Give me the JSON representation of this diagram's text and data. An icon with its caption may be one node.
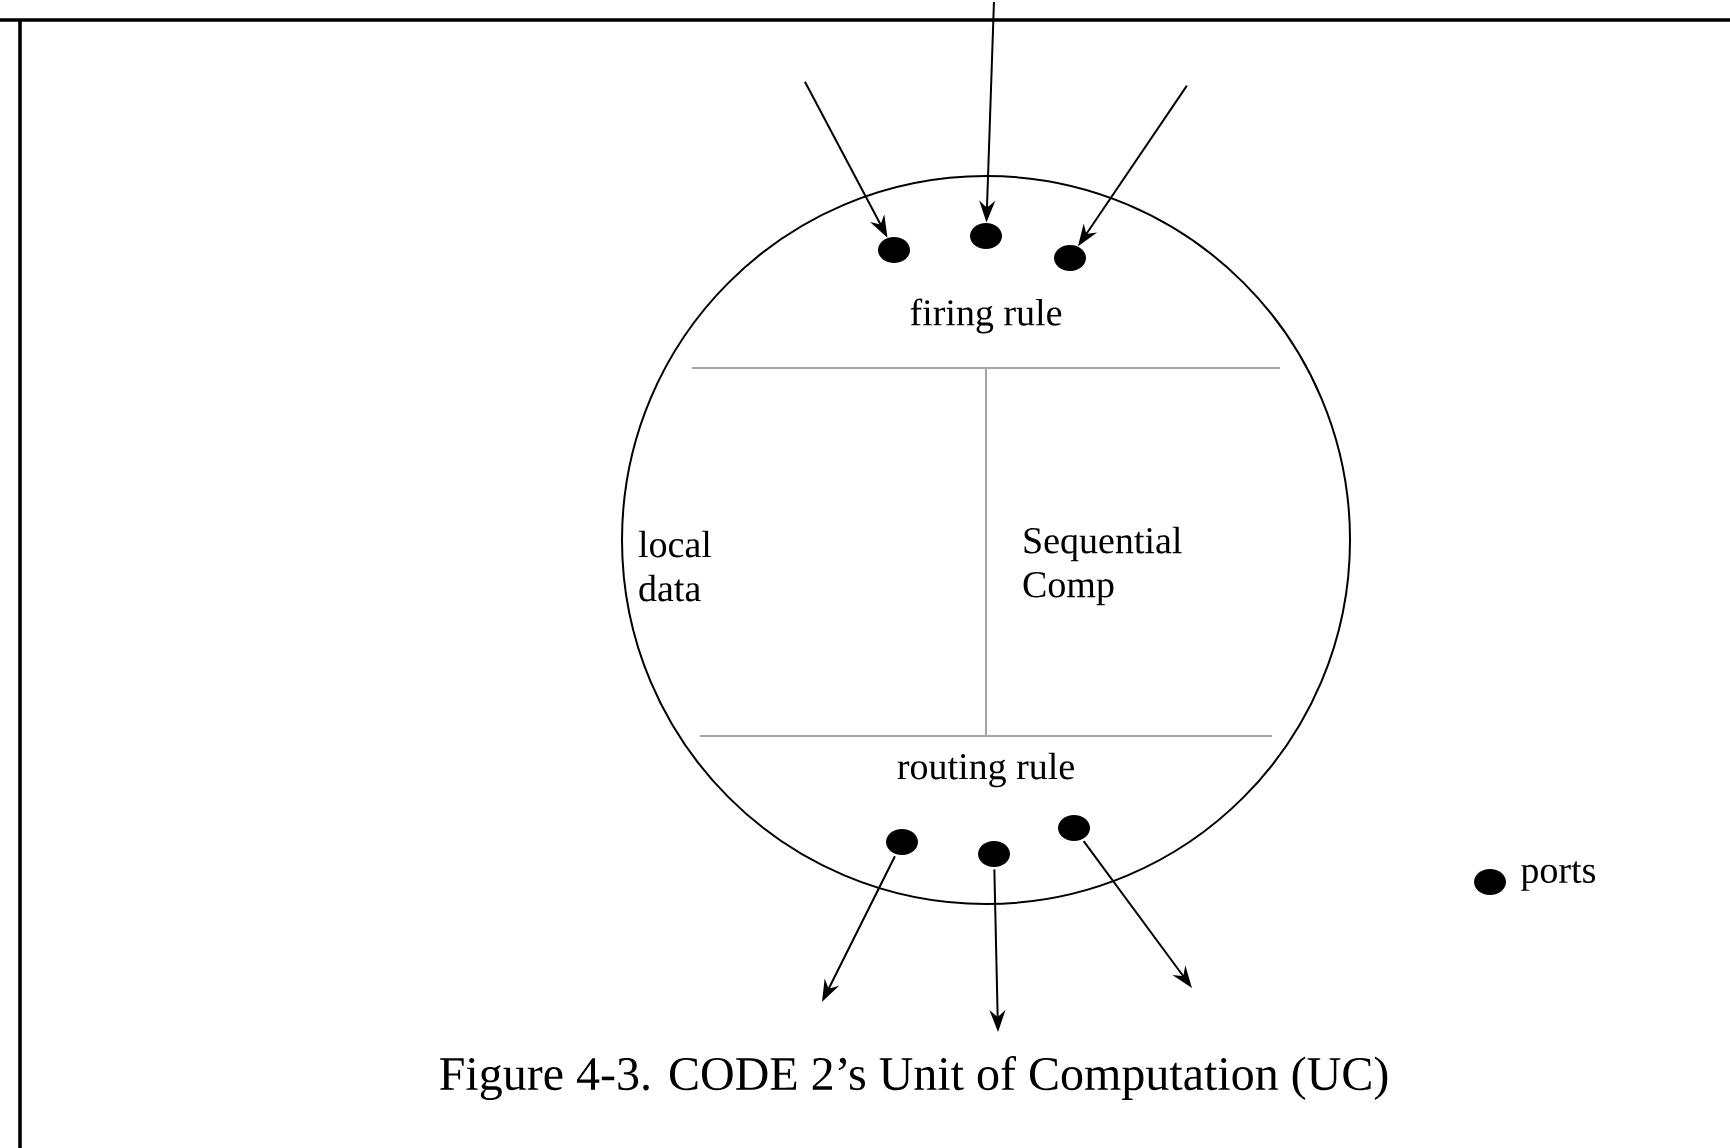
{
  "diagram": {
    "caption": "Figure 4-3. CODE 2’s Unit of Computation (UC)",
    "nodes": [
      {
        "text": [],
        "shape": "circle"
      },
      {
        "text": [
          "firing rule"
        ],
        "in": 0
      },
      {
        "text": [
          "local data"
        ],
        "in": 0
      },
      {
        "text": [
          "Sequential Comp"
        ],
        "in": 0
      },
      {
        "text": [
          "routing rule"
        ],
        "in": 0
      },
      {
        "text": [],
        "shape": "circle",
        "in": 0
      },
      {
        "text": [],
        "shape": "circle",
        "in": 0
      },
      {
        "text": [],
        "shape": "circle",
        "in": 0
      },
      {
        "text": [],
        "shape": "circle",
        "in": 0
      },
      {
        "text": [],
        "shape": "circle",
        "in": 0
      },
      {
        "text": [],
        "shape": "circle",
        "in": 0
      }
    ],
    "edges": [
      {
        "from": null,
        "to": 5,
        "arrow": "to"
      },
      {
        "from": null,
        "to": 6,
        "arrow": "to"
      },
      {
        "from": null,
        "to": 7,
        "arrow": "to"
      },
      {
        "from": 8,
        "to": null,
        "arrow": "to"
      },
      {
        "from": 9,
        "to": null,
        "arrow": "to"
      },
      {
        "from": 10,
        "to": null,
        "arrow": "to"
      }
    ],
    "legend": [
      {
        "text": "ports"
      }
    ]
  }
}
